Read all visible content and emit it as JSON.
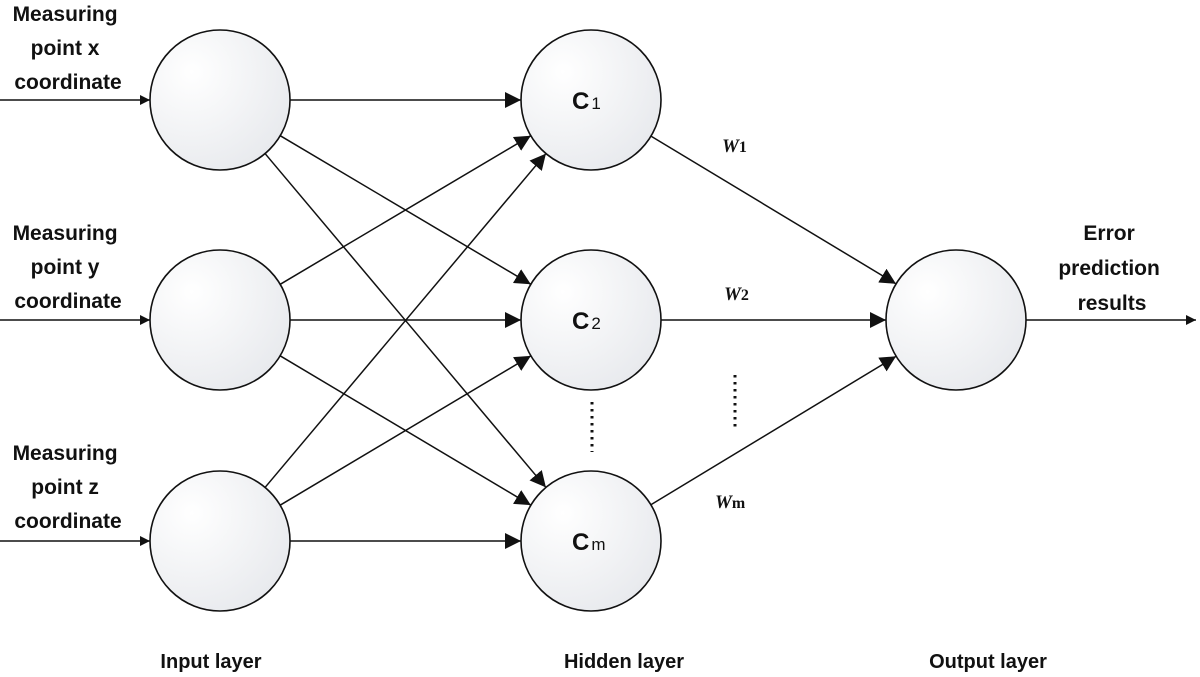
{
  "inputs": [
    {
      "lines": [
        "Measuring",
        "point x",
        "coordinate"
      ]
    },
    {
      "lines": [
        "Measuring",
        "point y",
        "coordinate"
      ]
    },
    {
      "lines": [
        "Measuring",
        "point z",
        "coordinate"
      ]
    }
  ],
  "hidden": [
    {
      "main": "C",
      "sub": "1"
    },
    {
      "main": "C",
      "sub": "2"
    },
    {
      "main": "C",
      "sub": "m"
    }
  ],
  "weights": [
    {
      "main": "W",
      "sub": "1"
    },
    {
      "main": "W",
      "sub": "2"
    },
    {
      "main": "W",
      "sub": "m"
    }
  ],
  "output": {
    "lines": [
      "Error",
      "prediction",
      "results"
    ]
  },
  "layers": {
    "input": "Input layer",
    "hidden": "Hidden layer",
    "output": "Output layer"
  },
  "colors": {
    "line": "#111111",
    "node_fill_light": "#ffffff",
    "node_fill_dark": "#e6e8ec"
  }
}
